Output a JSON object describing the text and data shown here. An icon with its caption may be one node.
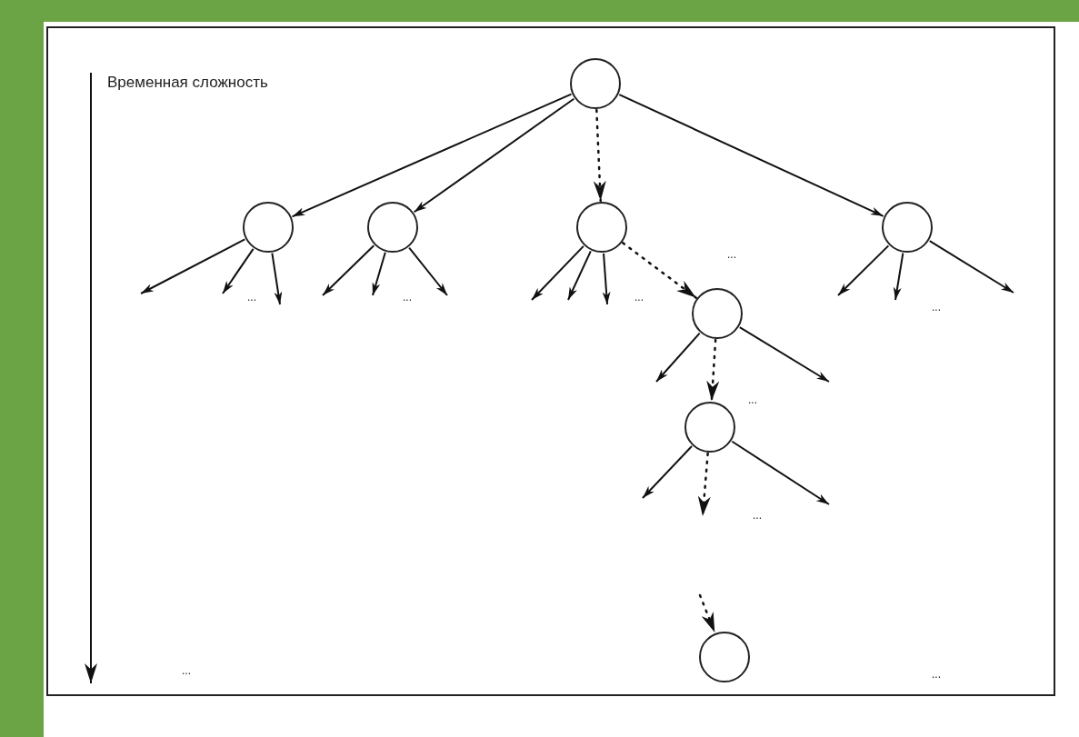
{
  "diagram": {
    "nodes": [
      {
        "text": [],
        "shape": "circle"
      },
      {
        "text": [],
        "shape": "circle"
      },
      {
        "text": [],
        "shape": "circle"
      },
      {
        "text": [],
        "shape": "circle"
      },
      {
        "text": [],
        "shape": "circle"
      },
      {
        "text": [],
        "shape": "circle"
      },
      {
        "text": [],
        "shape": "circle"
      },
      {
        "text": [],
        "shape": "circle"
      }
    ],
    "edges": [
      {
        "from": 0,
        "to": 1,
        "arrow": "to"
      },
      {
        "from": 0,
        "to": 2,
        "arrow": "to"
      },
      {
        "from": 0,
        "to": 3,
        "arrow": "to",
        "style": "dashed"
      },
      {
        "from": 0,
        "to": 4,
        "arrow": "to"
      },
      {
        "from": 1,
        "to": null,
        "arrow": "to"
      },
      {
        "from": 1,
        "to": null,
        "arrow": "to"
      },
      {
        "from": 1,
        "to": null,
        "arrow": "to"
      },
      {
        "from": 2,
        "to": null,
        "arrow": "to"
      },
      {
        "from": 2,
        "to": null,
        "arrow": "to"
      },
      {
        "from": 2,
        "to": null,
        "arrow": "to"
      },
      {
        "from": 3,
        "to": null,
        "arrow": "to"
      },
      {
        "from": 3,
        "to": null,
        "arrow": "to"
      },
      {
        "from": 3,
        "to": null,
        "arrow": "to"
      },
      {
        "from": 3,
        "to": 5,
        "arrow": "to",
        "style": "dashed"
      },
      {
        "from": 4,
        "to": null,
        "arrow": "to"
      },
      {
        "from": 4,
        "to": null,
        "arrow": "to"
      },
      {
        "from": 4,
        "to": null,
        "arrow": "to"
      },
      {
        "from": 5,
        "to": null,
        "arrow": "to"
      },
      {
        "from": 5,
        "to": 6,
        "arrow": "to",
        "style": "dashed"
      },
      {
        "from": 5,
        "to": null,
        "arrow": "to"
      },
      {
        "from": 6,
        "to": null,
        "arrow": "to"
      },
      {
        "from": 6,
        "to": null,
        "arrow": "to",
        "style": "dashed"
      },
      {
        "from": 6,
        "to": null,
        "arrow": "to"
      },
      {
        "from": null,
        "to": 7,
        "arrow": "to",
        "style": "dashed"
      }
    ],
    "labels": [
      "Временная сложность",
      "...",
      "...",
      "...",
      "...",
      "...",
      "...",
      "...",
      "...",
      "..."
    ]
  }
}
